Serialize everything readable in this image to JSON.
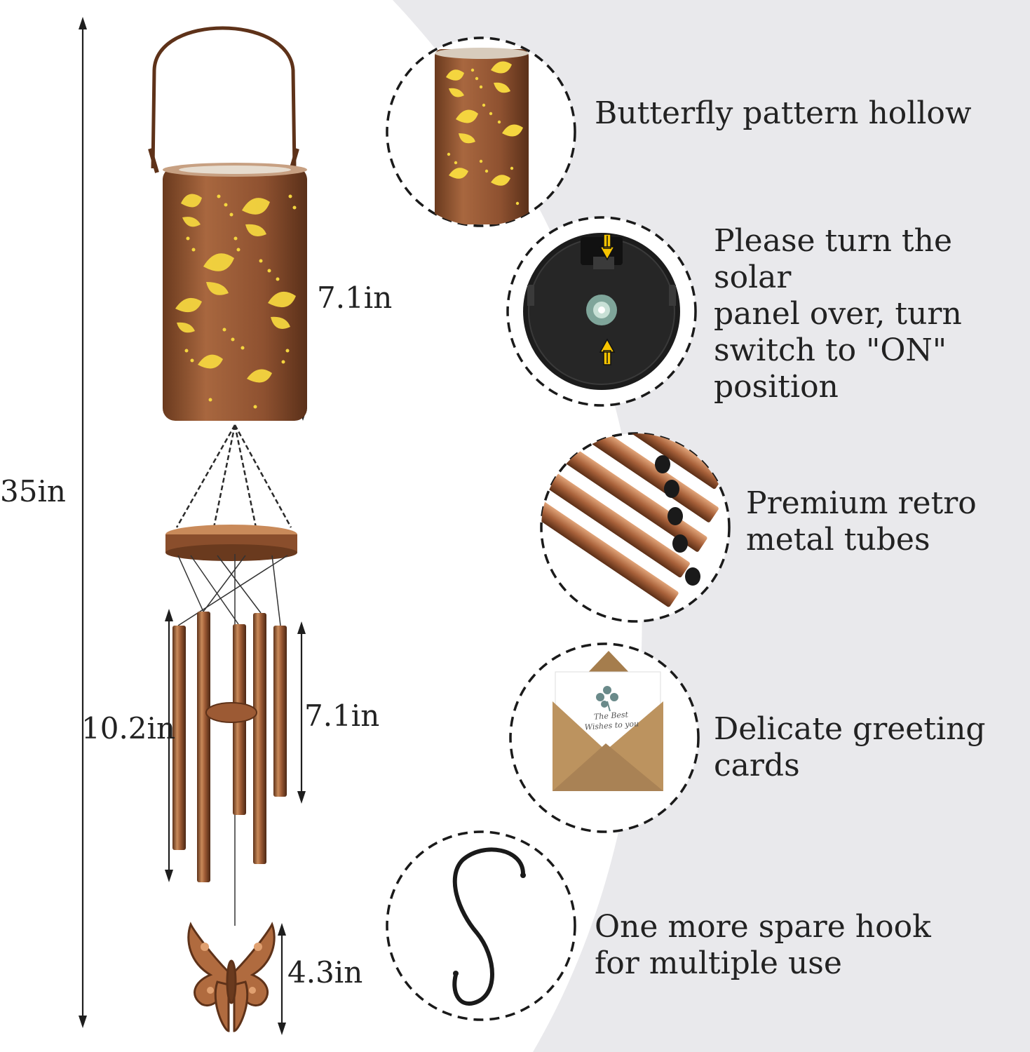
{
  "dimensions": {
    "total_height": "35in",
    "lantern_height": "7.1in",
    "long_tube_length": "10.2in",
    "short_tube_length": "7.1in",
    "butterfly_height": "4.3in"
  },
  "features": [
    {
      "label": "Butterfly pattern hollow",
      "icon": "butterfly-lantern"
    },
    {
      "label": "Please turn the solar\npanel over, turn\nswitch to \"ON\"\nposition",
      "icon": "solar-panel-switch"
    },
    {
      "label": "Premium retro\nmetal tubes",
      "icon": "metal-tubes"
    },
    {
      "label": "Delicate greeting\ncards",
      "icon": "greeting-card"
    },
    {
      "label": "One more spare hook\nfor multiple use",
      "icon": "s-hook"
    }
  ],
  "card_text": {
    "line1": "The Best",
    "line2": "Wishes to you"
  },
  "colors": {
    "copper": "#9c5a34",
    "copper_dark": "#5e3219",
    "copper_light": "#c98a5a",
    "glow_yellow": "#f4d53f",
    "arrow_yellow": "#f7c400",
    "background_gray": "#e9e9ec",
    "text": "#222222"
  }
}
